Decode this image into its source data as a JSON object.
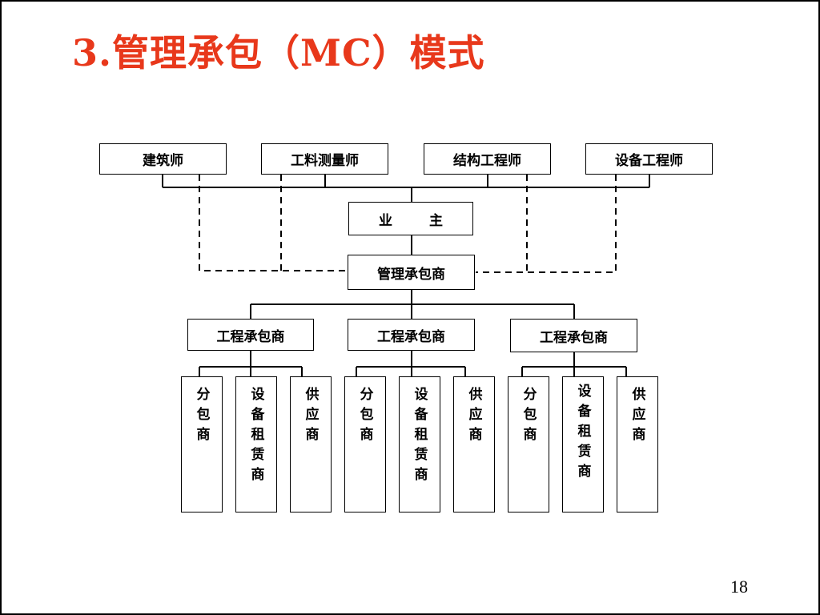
{
  "slide": {
    "title": "3.管理承包（MC）模式",
    "page_number": "18"
  },
  "consultants": [
    {
      "label": "建筑师"
    },
    {
      "label": "工料测量师"
    },
    {
      "label": "结构工程师"
    },
    {
      "label": "设备工程师"
    }
  ],
  "owner": {
    "label": "业 主"
  },
  "management_contractor": {
    "label": "管理承包商"
  },
  "contractors": [
    {
      "label": "工程承包商"
    },
    {
      "label": "工程承包商"
    },
    {
      "label": "工程承包商"
    }
  ],
  "sub_units": [
    {
      "label": "分包商"
    },
    {
      "label": "设备租赁商"
    },
    {
      "label": "供应商"
    },
    {
      "label": "分包商"
    },
    {
      "label": "设备租赁商"
    },
    {
      "label": "供应商"
    },
    {
      "label": "分包商"
    },
    {
      "label": "设备租赁商"
    },
    {
      "label": "供应商"
    }
  ],
  "colors": {
    "title": "#e8381b",
    "lines": "#000000"
  }
}
